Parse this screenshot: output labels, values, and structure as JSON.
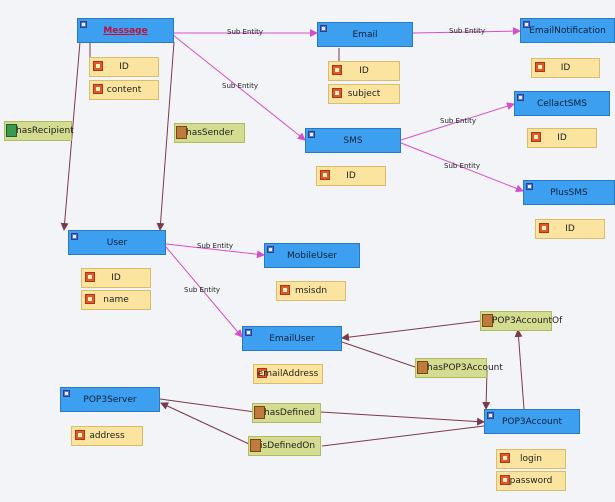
{
  "entities": {
    "message": "Message",
    "email": "Email",
    "email_notification": "EmailNotification",
    "cellact_sms": "CellactSMS",
    "sms": "SMS",
    "plus_sms": "PlusSMS",
    "user": "User",
    "mobile_user": "MobileUser",
    "email_user": "EmailUser",
    "pop3_server": "POP3Server",
    "pop3_account": "POP3Account"
  },
  "attributes": {
    "message_id": "ID",
    "message_content": "content",
    "email_id": "ID",
    "email_subject": "subject",
    "email_notification_id": "ID",
    "cellact_sms_id": "ID",
    "sms_id": "ID",
    "plus_sms_id": "ID",
    "user_id": "ID",
    "user_name": "name",
    "mobile_user_msisdn": "msisdn",
    "email_user_address": "emailAddress",
    "pop3_server_address": "address",
    "pop3_account_login": "login",
    "pop3_account_password": "password"
  },
  "relationships": {
    "has_recipient": "hasRecipient",
    "has_sender": "hasSender",
    "pop3_account_of": "POP3AccountOf",
    "has_pop3_account": "hasPOP3Account",
    "has_defined": "hasDefined",
    "is_defined_on": "isDefinedOn"
  },
  "edge_labels": {
    "sub_entity": "Sub Entity"
  },
  "colors": {
    "entity": "#3d9ff0",
    "attribute": "#fbe3a0",
    "relationship": "#d3dc90",
    "sub_entity_edge": "#d64fc8",
    "relation_edge": "#7a3a4a",
    "selected_text": "#c2103a"
  }
}
